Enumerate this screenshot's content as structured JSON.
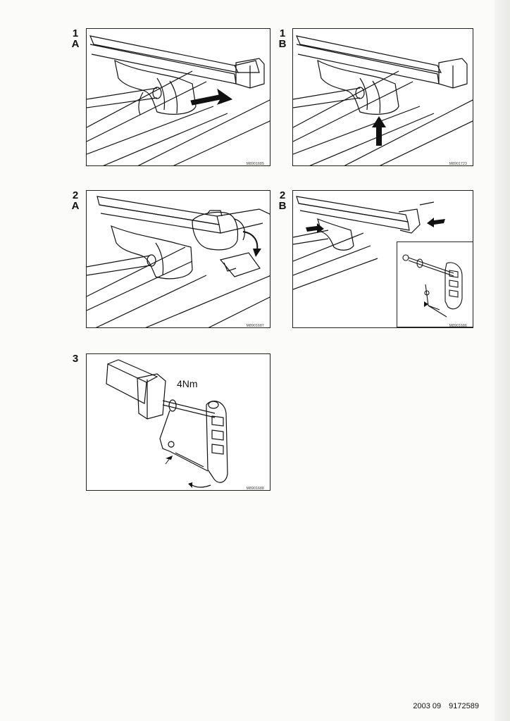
{
  "steps": [
    {
      "id": "1A",
      "number": "1",
      "letter": "A",
      "code": "M8901685"
    },
    {
      "id": "1B",
      "number": "1",
      "letter": "B",
      "code": "M8901723"
    },
    {
      "id": "2A",
      "number": "2",
      "letter": "A",
      "code": "M8901687"
    },
    {
      "id": "2B",
      "number": "2",
      "letter": "B",
      "code": "M8901686"
    },
    {
      "id": "3",
      "number": "3",
      "letter": "",
      "code": "M8901688",
      "torque": "4Nm"
    }
  ],
  "footer": {
    "date": "2003 09",
    "part_number": "9172589"
  }
}
